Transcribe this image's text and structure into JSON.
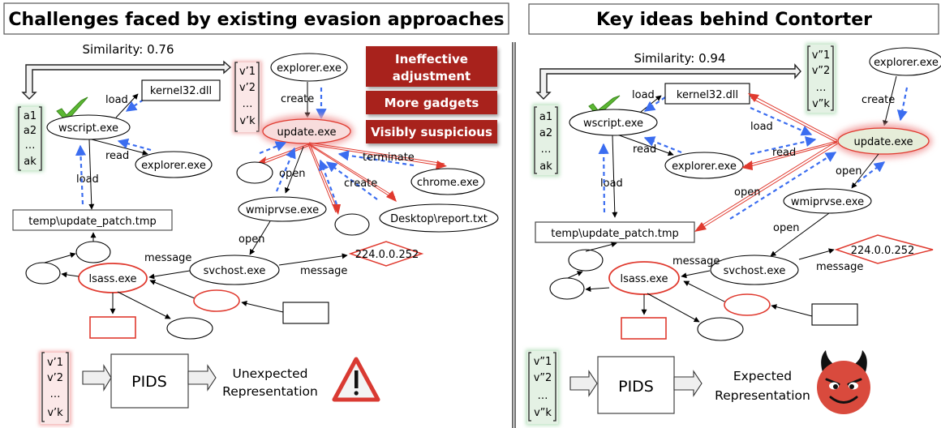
{
  "left_panel": {
    "title": "Challenges faced by existing evasion approaches",
    "similarity_label": "Similarity: 0.76",
    "vector_a": [
      "a1",
      "a2",
      "…",
      "ak"
    ],
    "vector_v": [
      "v’1",
      "v’2",
      "…",
      "v’k"
    ],
    "badges": [
      "Ineffective",
      "adjustment",
      "More gadgets",
      "Visibly suspicious"
    ],
    "badge_color": "#a8201a",
    "nodes": {
      "wscript": "wscript.exe",
      "kernel32": "kernel32.dll",
      "explorer_read": "explorer.exe",
      "temp_file": "temp\\update_patch.tmp",
      "explorer_top": "explorer.exe",
      "update": "update.exe",
      "wmiprvse": "wmiprvse.exe",
      "chrome": "chrome.exe",
      "report": "Desktop\\report.txt",
      "svchost": "svchost.exe",
      "lsass": "lsass.exe",
      "ip": "224.0.0.252"
    },
    "edges": {
      "load_kernel": "load",
      "read": "read",
      "load_temp": "load",
      "create": "create",
      "open_wmi": "open",
      "terminate": "terminate",
      "create_report": "create",
      "open_svchost": "open",
      "message_lsass": "message",
      "message_ip": "message"
    },
    "pids_label": "PIDS",
    "result_line1": "Unexpected",
    "result_line2": "Representation",
    "result_icon": "warning-icon"
  },
  "right_panel": {
    "title": "Key ideas behind Contorter",
    "similarity_label": "Similarity: 0.94",
    "vector_a": [
      "a1",
      "a2",
      "…",
      "ak"
    ],
    "vector_v": [
      "v”1",
      "v”2",
      "…",
      "v”k"
    ],
    "nodes": {
      "wscript": "wscript.exe",
      "kernel32": "kernel32.dll",
      "explorer_read": "explorer.exe",
      "temp_file": "temp\\update_patch.tmp",
      "explorer_top": "explorer.exe",
      "update": "update.exe",
      "wmiprvse": "wmiprvse.exe",
      "svchost": "svchost.exe",
      "lsass": "lsass.exe",
      "ip": "224.0.0.252"
    },
    "edges": {
      "load_kernel": "load",
      "read": "read",
      "load_temp": "load",
      "create": "create",
      "load_update": "load",
      "read_update": "read",
      "open_update": "open",
      "open_temp": "open",
      "open_svchost": "open",
      "message_lsass": "message",
      "message_ip": "message"
    },
    "pids_label": "PIDS",
    "result_line1": "Expected",
    "result_line2": "Representation",
    "result_icon": "devil-face-icon"
  },
  "colors": {
    "attack_red": "#e03a2f",
    "provenance_blue": "#3b6df0",
    "benign_green": "#e2efe2",
    "suspicious_pink": "#f7dede",
    "update_green": "#e6edd9"
  }
}
